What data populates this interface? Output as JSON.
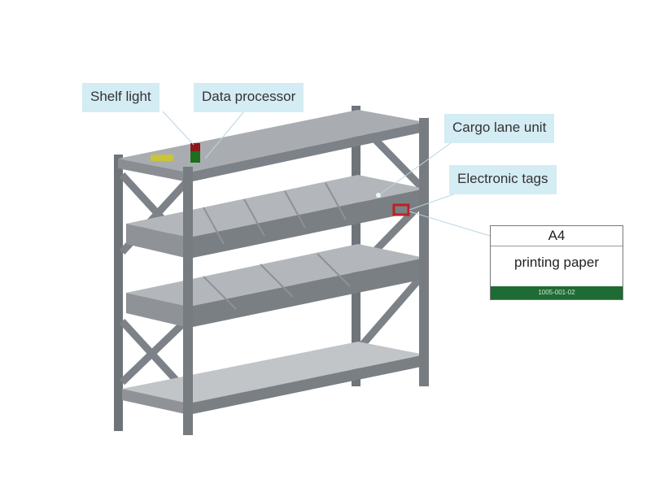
{
  "labels": {
    "shelf_light": "Shelf light",
    "data_processor": "Data processor",
    "cargo_lane_unit": "Cargo lane unit",
    "electronic_tags": "Electronic tags"
  },
  "tag": {
    "size": "A4",
    "product": "printing paper",
    "code": "1005-001-02",
    "code_bar_color": "#1f6b34"
  },
  "colors": {
    "frame": "#7d8288",
    "shelf": "#a6aaae",
    "callout_bg": "#d4ecf3"
  }
}
